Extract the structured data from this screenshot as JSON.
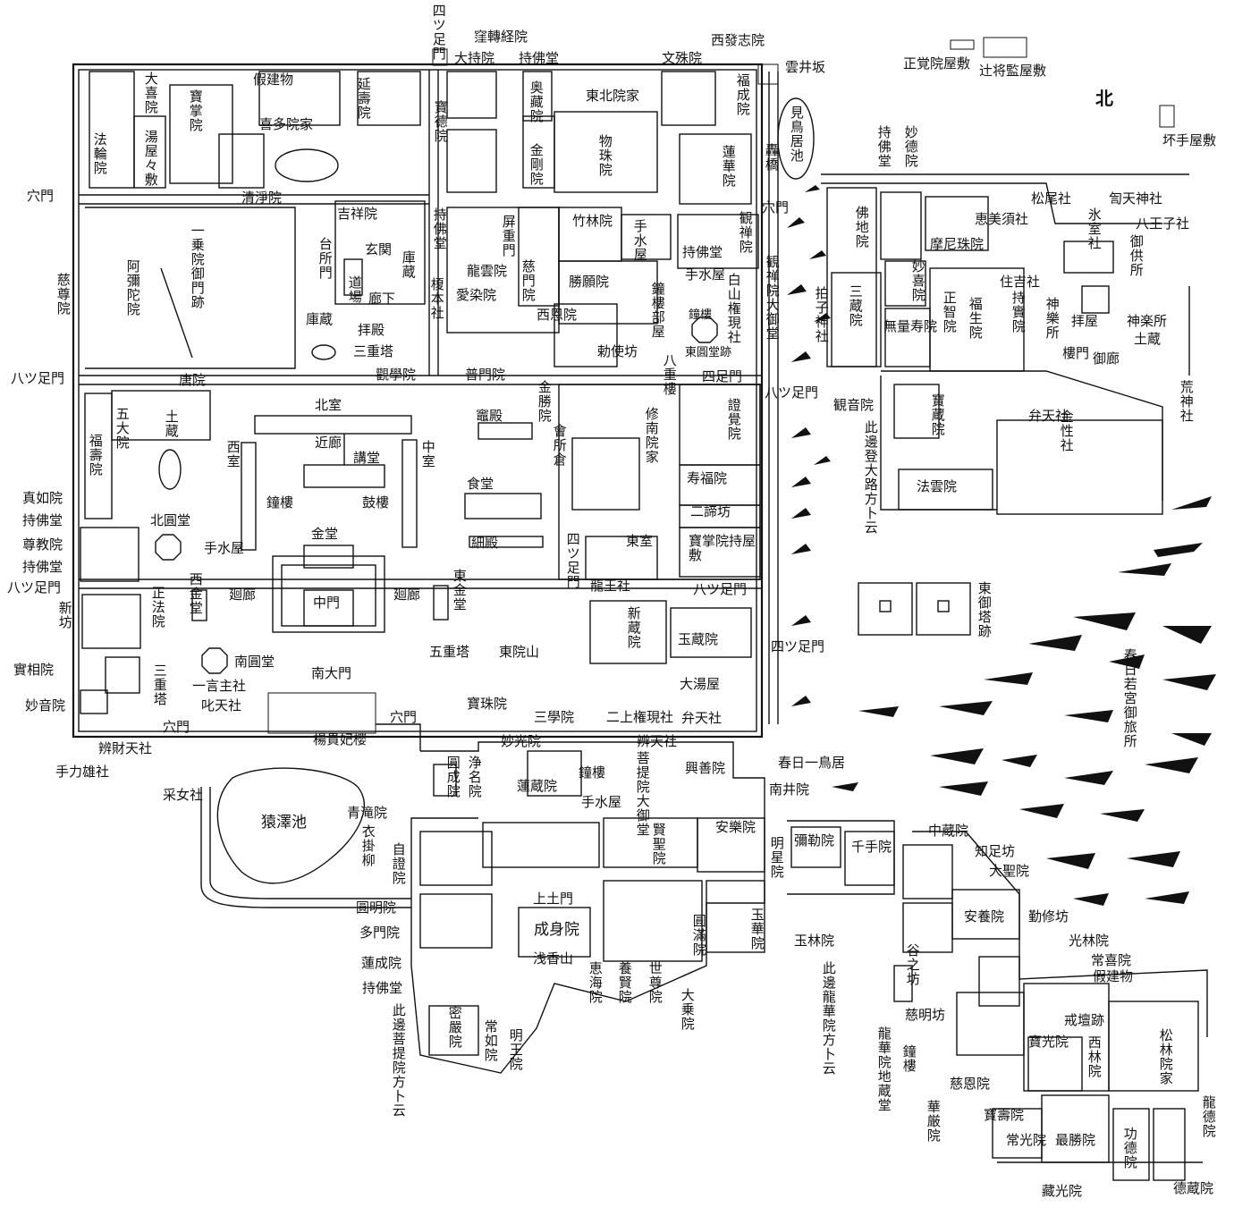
{
  "map": {
    "north_label": "北",
    "labels": {
      "yotsuashi_top": "四ツ足門",
      "kukutenkyo": "窪轉経院",
      "daijiin": "大持院",
      "jibutsudo_top": "持佛堂",
      "monjuin": "文殊院",
      "seihosshiin": "西發志院",
      "unsei_zaka": "雲井坂",
      "shogakuin_yashiki": "正覚院屋敷",
      "tsuji_shogen": "辻将監屋敷",
      "kote_yashiki": "坏手屋敷",
      "daikiin": "大喜院",
      "hoshoin": "寶掌院",
      "karitatemono": "假建物",
      "enjuin": "延壽院",
      "kitain_ke": "喜多院家",
      "horinin": "法輪院",
      "yuya": "湯屋々敷",
      "okura": "奥藏院",
      "kongoin": "金剛院",
      "hotokuin": "寶德院",
      "tohokuin_ke": "東北院家",
      "mono_juin": "物珠院",
      "fukujoin": "福成院",
      "rengein": "蓮華院",
      "mitoriike": "見鳥居池",
      "todoroki_bashi": "轟橋",
      "anamon_l": "穴門",
      "seijoin": "清淨院",
      "ichijoin": "一乗院御門跡",
      "kichijoin": "吉祥院",
      "daidokoro": "台所門",
      "genkan": "玄関",
      "kuzo": "庫蔵",
      "dojo": "道場",
      "roka": "廊下",
      "haiden": "拝殿",
      "kuzo2": "庫蔵",
      "nijuto": "三重塔",
      "enokimoto": "榎本社",
      "kangakuin": "觀學院",
      "jibutsudo_mid": "持佛堂",
      "byojumon": "屏重門",
      "ryuunin": "龍雲院",
      "aisenin": "愛染院",
      "jimonin": "慈門院",
      "chikurinin": "竹林院",
      "shoganin": "勝願院",
      "chozuya": "手水屋",
      "jibutsudo_r": "持佛堂",
      "kanzenin": "観禅院",
      "saionin": "西恩院",
      "shorobuya": "鐘樓部屋",
      "chozuya2": "手水屋",
      "shoro_mid": "鐘樓",
      "hakusan": "白山権現社",
      "toendo": "東圓堂跡",
      "chokushi": "勅使坊",
      "hachijuro": "八重樓",
      "yotsuashi_mid": "四足門",
      "kanzenin_daimido": "観禅院大御堂",
      "anamon_mid": "穴門",
      "jinin": "慈尊院",
      "amidain": "阿彌陀院",
      "busshoin": "佛地院",
      "jibutsudo_e": "持佛堂",
      "myotokuin": "妙德院",
      "emisu": "恵美須社",
      "matsuo": "松尾社",
      "kanten": "訇天神社",
      "hyomuro": "氷室社",
      "hachioji": "八王子社",
      "manijuin": "摩尼珠院",
      "sumiyoshi": "住吉社",
      "gokusho": "御供所",
      "myokiin": "妙喜院",
      "sanzo": "三蔵院",
      "hyoshi": "拍子神社",
      "shochiin": "正智院",
      "fukuseiin": "福生院",
      "jijitsuin": "持實院",
      "kaguraden": "神樂所",
      "haiya": "拝屋",
      "kagurasho": "神楽所",
      "dozo": "土蔵",
      "muryojuin": "無量寿院",
      "romon": "樓門",
      "goro": "御廊",
      "hattsuashi_l1": "八ツ足門",
      "fumonin": "普門院",
      "karain": "唐院",
      "hokuro": "北室",
      "konjoin": "金勝院",
      "kaisho": "會所倉",
      "kuraden": "竈殿",
      "shunanin": "修南院家",
      "shokakuin": "證覺院",
      "hattsuashi_mid": "八ツ足門",
      "kannonin": "観音院",
      "hozoin": "寶蔵院",
      "bentensha": "弁天社",
      "kinseisha": "金性社",
      "arajinsha": "荒神社",
      "godaiin": "五大院",
      "dozo2": "土蔵",
      "fukujuin": "福壽院",
      "kinro": "近廊",
      "nishimuro": "西室",
      "kodo": "講堂",
      "nakamuro": "中室",
      "jikido": "食堂",
      "jufukuin": "寿福院",
      "nitaibo": "二諦坊",
      "hokoin": "寶掌院持屋敷",
      "shingoin_hinto": "此邊登大路方卜云",
      "houninin": "法雲院",
      "shinnyoin": "真如院",
      "jibutsudo_l": "持佛堂",
      "shoro_l": "鐘樓",
      "koro": "鼓樓",
      "hokuendo": "北圓堂",
      "saiden": "細殿",
      "yotsuashi_r": "四ツ足門",
      "higashimuro": "東室",
      "ryuo": "龍王社",
      "sonkyoin": "尊教院",
      "chozuya3": "手水屋",
      "kondo": "金堂",
      "jibutsudo_l2": "持佛堂",
      "hattsuashi_l2": "八ツ足門",
      "shinbo": "新坊",
      "shohoin": "正法院",
      "saikondo": "西金堂",
      "kairo_w": "廻廊",
      "chumon": "中門",
      "kairo_e": "廻廊",
      "tokondo": "東金堂",
      "shinzoin": "新蔵院",
      "gyokuzoin": "玉蔵院",
      "hattsuashi_r": "八ツ足門",
      "higashi_goto": "東御塔跡",
      "jissoin": "實相院",
      "nanendo": "南圓堂",
      "gojuto": "五重塔",
      "toinsan": "東院山",
      "yotsuashi_r2": "四ツ足門",
      "sanjuto": "三重塔",
      "hitokoto": "一言主社",
      "hitenja": "叱天社",
      "nandaimon": "南大門",
      "kasuga_wakamiya": "春日若宮御旅所",
      "myoonin": "妙音院",
      "anamon_bl": "穴門",
      "ooyuya": "大湯屋",
      "hojuin": "寶珠院",
      "sangakuin": "三學院",
      "nijo": "二上権現社",
      "benten2": "弁天社",
      "anamon_b": "穴門",
      "yokihi": "楊貴妃櫻",
      "benzai": "辨財天社",
      "myokoin": "妙光院",
      "benten3": "辨天社",
      "kasuga_torii": "春日一鳥居",
      "tajikarao": "手力雄社",
      "enjoin": "圓成院",
      "jomyoin": "浄名院",
      "renzoin": "蓮蔵院",
      "shoro_b": "鐘樓",
      "bodain": "菩提院大御堂",
      "kozenin": "興善院",
      "uneme": "采女社",
      "sarusawa": "猿澤池",
      "seiryuin": "青滝院",
      "chozuya4": "手水屋",
      "nanseiin": "南井院",
      "kenshoin": "賢聖院",
      "anrakuin": "安樂院",
      "kinukake": "衣掛柳",
      "jishoin": "自證院",
      "myojoin": "明星院",
      "mirokuin": "彌勒院",
      "senjuin": "千手院",
      "nakazoin": "中蔵院",
      "chisokubo": "知足坊",
      "daishoin": "大聖院",
      "kamitsuchi": "上土門",
      "enmyoin": "圓明院",
      "tamonin": "多門院",
      "joshinin": "成身院",
      "enmanin": "圓滿院",
      "gyokkein": "玉華院",
      "gyokurinin": "玉林院",
      "anyoin": "安養院",
      "kinshubo": "勤修坊",
      "rensein": "蓮成院",
      "asakayama": "浅香山",
      "ekaiin": "恵海院",
      "yokenin": "養賢院",
      "sesonin": "世尊院",
      "korinin": "光林院",
      "jokiin": "常喜院",
      "karitatemono2": "假建物",
      "jibutsudo_b": "持佛堂",
      "daijoin": "大乗院",
      "ryugein_hinto": "此邊龍華院方卜云",
      "taninobo": "谷之坊",
      "jimyobo": "慈明坊",
      "kaidan": "戒壇跡",
      "mitsugonin": "密嚴院",
      "jonyoin": "常如院",
      "myooin": "明王院",
      "bodain_hinto": "此邊菩提院方卜云",
      "ryugein_jizo": "龍華院地蔵堂",
      "shoro_e": "鐘樓",
      "jionin": "慈恩院",
      "hokoin2": "寶光院",
      "sairinin": "西林院",
      "shorinin": "松林院家",
      "kegonin": "華厳院",
      "hojuin2": "寶壽院",
      "jokoin": "常光院",
      "saishoin": "最勝院",
      "kudokuin": "功德院",
      "ryutokuin": "龍德院",
      "zokoin": "藏光院",
      "tokuzoin": "德蔵院",
      "yakushiin": "(三重塔)"
    }
  }
}
